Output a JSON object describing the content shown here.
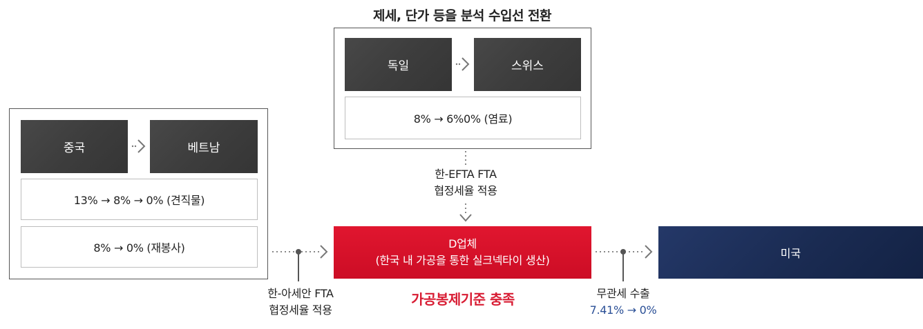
{
  "top": {
    "title": "제세, 단가 등을 분석 수입선 전환",
    "from": "독일",
    "to": "스위스",
    "rate": "8% → 6%0% (염료)",
    "fta_line1": "한-EFTA FTA",
    "fta_line2": "협정세율 적용"
  },
  "left": {
    "from": "중국",
    "to": "베트남",
    "rate1": "13% → 8% → 0% (견직물)",
    "rate2": "8% → 0% (재봉사)",
    "fta_line1": "한-아세안 FTA",
    "fta_line2": "협정세율 적용"
  },
  "center": {
    "line1": "D업체",
    "line2": "(한국 내 가공을 통한 실크넥타이 생산)",
    "note": "가공봉제기준 충족"
  },
  "right": {
    "label": "미국",
    "export_line1": "무관세 수출",
    "export_line2": "7.41% → 0%"
  },
  "colors": {
    "dark_box": "#3f3f3f",
    "red_box": "#d7142c",
    "navy_box": "#1b2d55",
    "highlight_red": "#d81c33",
    "blue_text": "#2a4f96"
  },
  "icons": [
    "chevron-right-icon",
    "dotted-arrow-icon"
  ]
}
